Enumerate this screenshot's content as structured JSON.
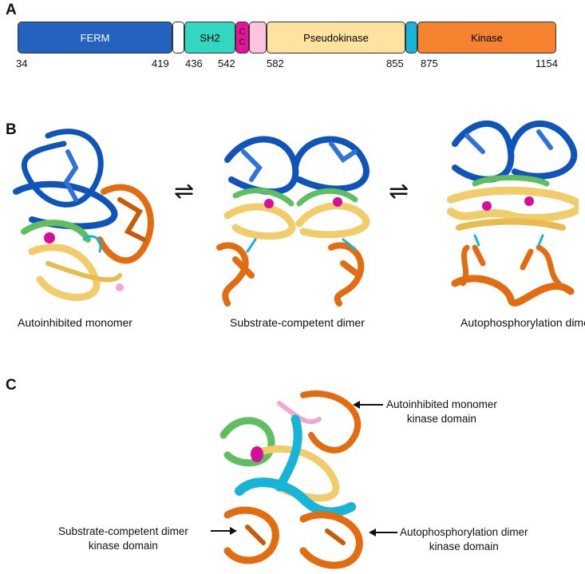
{
  "panels": {
    "a": "A",
    "b": "B",
    "c": "C"
  },
  "domains": [
    {
      "label": "FERM",
      "color": "#2462c0",
      "text_color": "#ffffff"
    },
    {
      "label": "",
      "color": "#ffffff",
      "text_color": "#000000"
    },
    {
      "label": "SH2",
      "color": "#33d6c0",
      "text_color": "#000000"
    },
    {
      "label": "C\nC",
      "color": "#e6139a",
      "text_color": "#000000"
    },
    {
      "label": "",
      "color": "#fcc4dc",
      "text_color": "#000000"
    },
    {
      "label": "Pseudokinase",
      "color": "#fde2a0",
      "text_color": "#000000"
    },
    {
      "label": "",
      "color": "#16b4d6",
      "text_color": "#000000"
    },
    {
      "label": "Kinase",
      "color": "#f5822e",
      "text_color": "#000000"
    }
  ],
  "residues": [
    "34",
    "419",
    "436",
    "542",
    "582",
    "855",
    "875",
    "1154"
  ],
  "panel_b": {
    "captions": [
      "Autoinhibited monomer",
      "Substrate-competent dimer",
      "Autophosphorylation dimer"
    ],
    "equilibrium_symbol": "⇌"
  },
  "panel_c": {
    "labels": {
      "autoinhibited_l1": "Autoinhibited monomer",
      "autoinhibited_l2": "kinase domain",
      "substrate_l1": "Substrate-competent dimer",
      "substrate_l2": "kinase domain",
      "autophos_l1": "Autophosphorylation dimer",
      "autophos_l2": "kinase domain"
    }
  },
  "colors": {
    "ferm": "#0f54b8",
    "sh2": "#5fbf5f",
    "linker": "#16b4d6",
    "pseudokinase": "#f0cc6a",
    "kinase": "#e36b10",
    "cc": "#d4109a",
    "pink": "#f1a8cf"
  }
}
